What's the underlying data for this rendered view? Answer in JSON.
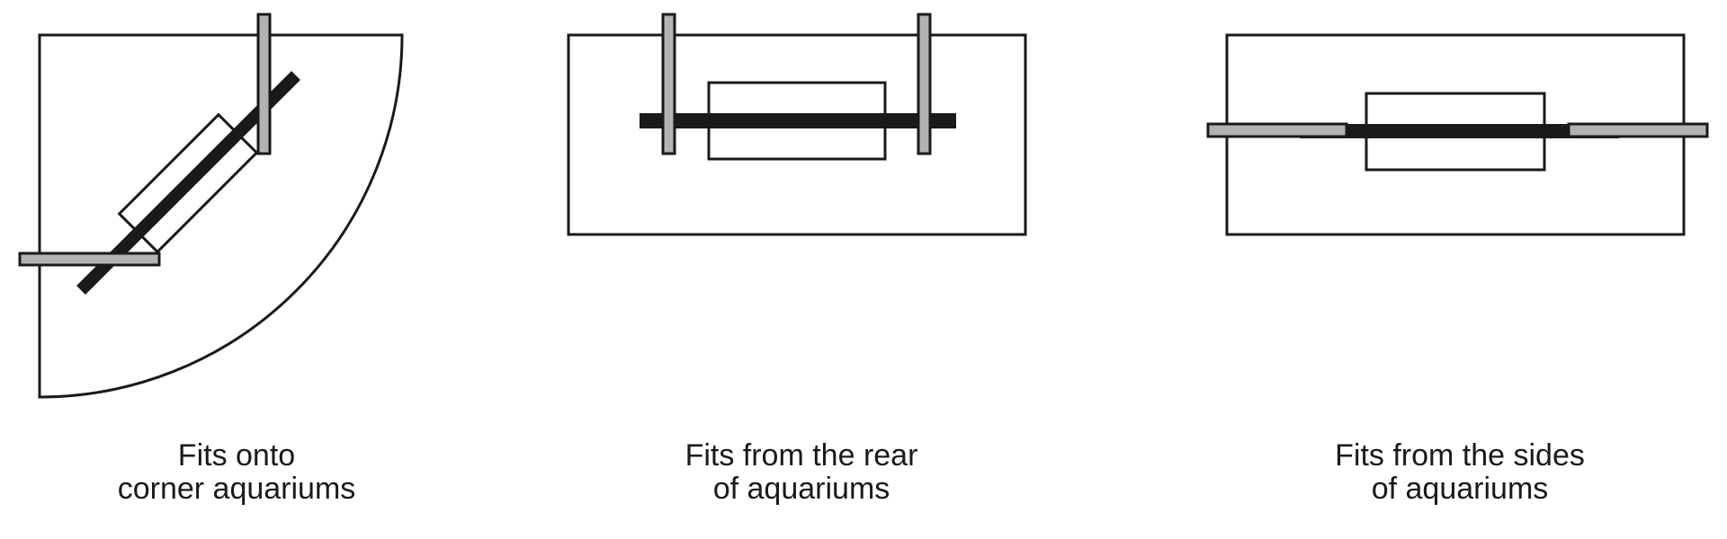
{
  "colors": {
    "outline": "#1a1a1a",
    "bracket": "#1a1a1a",
    "clamp_fill": "#b3b3b3",
    "background": "#ffffff"
  },
  "panels": [
    {
      "id": "corner",
      "caption_line1": "Fits onto",
      "caption_line2": "corner aquariums"
    },
    {
      "id": "rear",
      "caption_line1": "Fits from the rear",
      "caption_line2": "of aquariums"
    },
    {
      "id": "sides",
      "caption_line1": "Fits from the sides",
      "caption_line2": "of aquariums"
    }
  ]
}
